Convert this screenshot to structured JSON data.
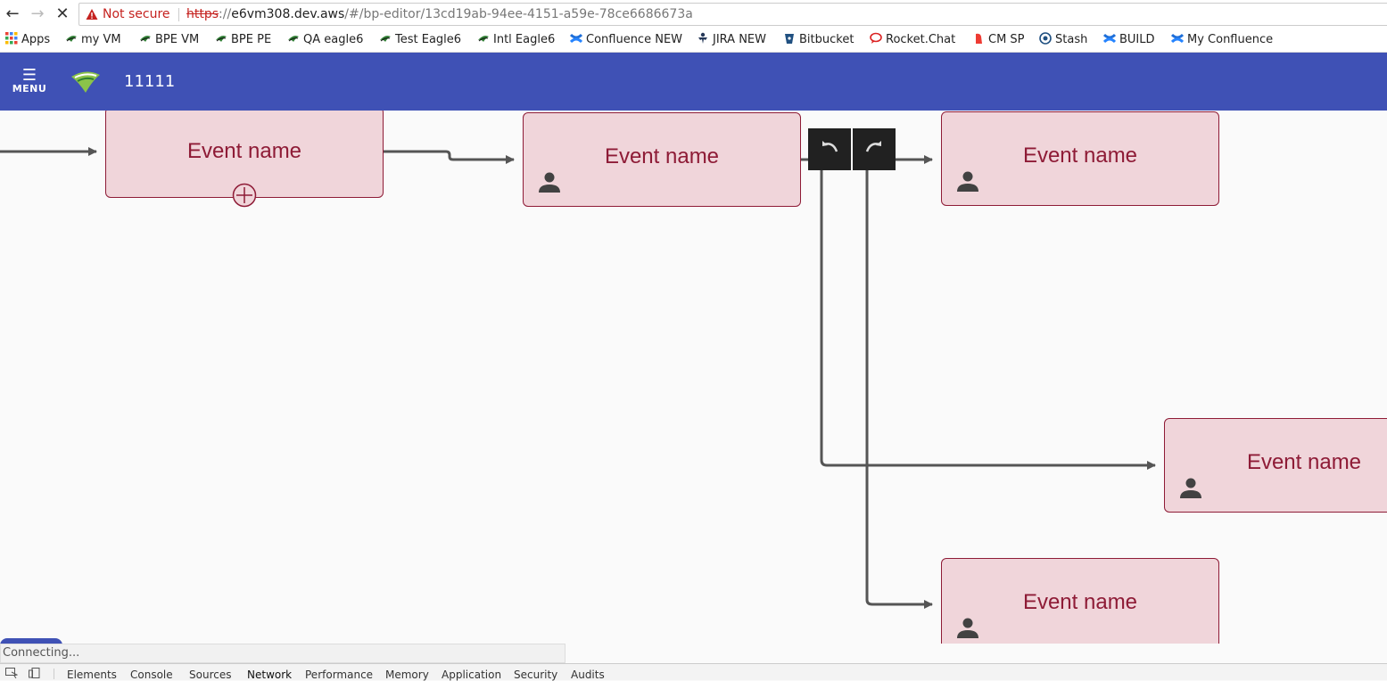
{
  "browser": {
    "security_label": "Not secure",
    "url_scheme": "https",
    "url_separator": "://",
    "url_host": "e6vm308.dev.aws",
    "url_path": "/#/bp-editor/13cd19ab-94ee-4151-a59e-78ce6686673a"
  },
  "bookmarks": [
    {
      "label": "Apps",
      "icon": "apps-grid-icon"
    },
    {
      "label": "my VM",
      "icon": "eagle-icon"
    },
    {
      "label": "BPE VM",
      "icon": "eagle-icon"
    },
    {
      "label": "BPE PE",
      "icon": "eagle-icon"
    },
    {
      "label": "QA eagle6",
      "icon": "eagle-icon"
    },
    {
      "label": "Test Eagle6",
      "icon": "eagle-icon"
    },
    {
      "label": "Intl Eagle6",
      "icon": "eagle-icon"
    },
    {
      "label": "Confluence NEW",
      "icon": "confluence-icon"
    },
    {
      "label": "JIRA NEW",
      "icon": "jira-icon"
    },
    {
      "label": "Bitbucket",
      "icon": "bitbucket-icon"
    },
    {
      "label": "Rocket.Chat",
      "icon": "rocketchat-icon"
    },
    {
      "label": "CM SP",
      "icon": "cmsp-icon"
    },
    {
      "label": "Stash",
      "icon": "stash-icon"
    },
    {
      "label": "BUILD",
      "icon": "confluence-icon"
    },
    {
      "label": "My Confluence",
      "icon": "confluence-icon"
    }
  ],
  "appbar": {
    "menu_label": "MENU",
    "title": "11111"
  },
  "canvas": {
    "events": [
      {
        "label": "Event name",
        "has_person": false,
        "has_add": true
      },
      {
        "label": "Event name",
        "has_person": true,
        "has_add": false
      },
      {
        "label": "Event name",
        "has_person": true,
        "has_add": false
      },
      {
        "label": "Event name",
        "has_person": true,
        "has_add": false
      },
      {
        "label": "Event name",
        "has_person": true,
        "has_add": false
      }
    ]
  },
  "status_bar": {
    "text": "Connecting..."
  },
  "devtools": {
    "tabs": [
      "Elements",
      "Console",
      "Sources",
      "Network",
      "Performance",
      "Memory",
      "Application",
      "Security",
      "Audits"
    ],
    "active_tab": "Network"
  },
  "colors": {
    "appbar": "#3f51b5",
    "event_fill": "#f0d5da",
    "event_border": "#8e1b36",
    "connector": "#555555",
    "history_button": "#212121"
  }
}
